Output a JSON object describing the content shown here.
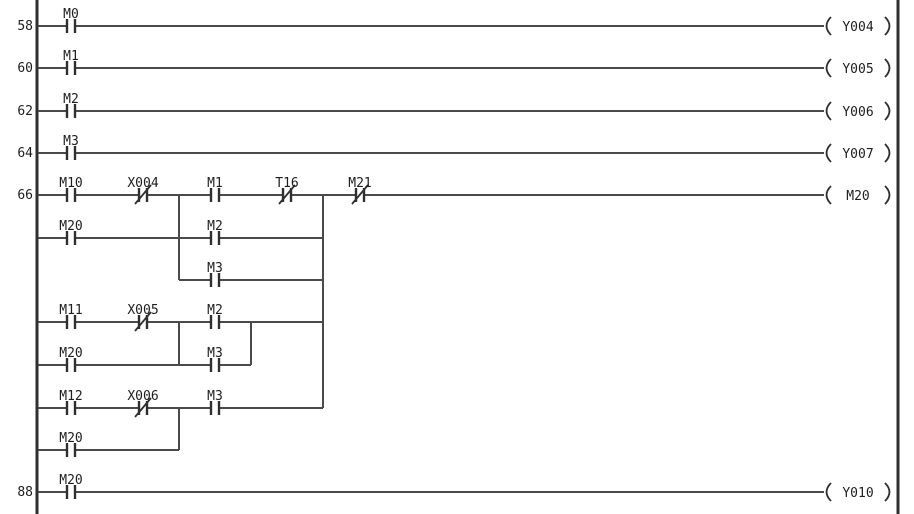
{
  "ladder": {
    "colors": {
      "background": "#ffffff",
      "wire": "#4a4a4a",
      "symbol": "#2f2f2f",
      "text": "#1e1e1e"
    },
    "steps": [
      "58",
      "60",
      "62",
      "64",
      "66",
      "88"
    ],
    "contacts": [
      {
        "label": "M0",
        "type": "NO"
      },
      {
        "label": "M1",
        "type": "NO"
      },
      {
        "label": "M2",
        "type": "NO"
      },
      {
        "label": "M3",
        "type": "NO"
      },
      {
        "label": "M10",
        "type": "NO"
      },
      {
        "label": "X004",
        "type": "NC"
      },
      {
        "label": "M1",
        "type": "NO"
      },
      {
        "label": "T16",
        "type": "NC"
      },
      {
        "label": "M21",
        "type": "NC"
      },
      {
        "label": "M20",
        "type": "NO"
      },
      {
        "label": "M2",
        "type": "NO"
      },
      {
        "label": "M3",
        "type": "NO"
      },
      {
        "label": "M11",
        "type": "NO"
      },
      {
        "label": "X005",
        "type": "NC"
      },
      {
        "label": "M2",
        "type": "NO"
      },
      {
        "label": "M20",
        "type": "NO"
      },
      {
        "label": "M3",
        "type": "NO"
      },
      {
        "label": "M12",
        "type": "NO"
      },
      {
        "label": "X006",
        "type": "NC"
      },
      {
        "label": "M3",
        "type": "NO"
      },
      {
        "label": "M20",
        "type": "NO"
      },
      {
        "label": "M20",
        "type": "NO"
      }
    ],
    "coils": [
      "Y004",
      "Y005",
      "Y006",
      "Y007",
      "M20",
      "Y010"
    ]
  }
}
